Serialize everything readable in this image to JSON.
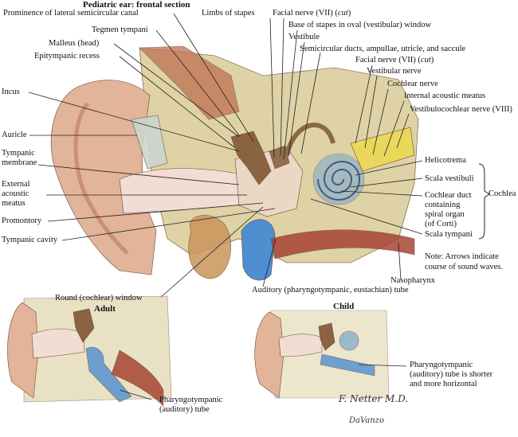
{
  "title": "Pediatric ear: frontal section",
  "labels": {
    "prominence": "Prominence of lateral semicircular canal",
    "tegmen": "Tegmen tympani",
    "malleus": "Malleus (head)",
    "epitympanic": "Epitympanic recess",
    "incus": "Incus",
    "auricle": "Auricle",
    "tympanic_membrane": "Tympanic\nmembrane",
    "external_meatus": "External\nacoustic\nmeatus",
    "promontory": "Promontory",
    "tympanic_cavity": "Tympanic cavity",
    "round_window": "Round (cochlear) window",
    "limbs_stapes": "Limbs of stapes",
    "facial_nerve_top_prefix": "Facial nerve (VII) (",
    "facial_nerve_top_cut": "cut",
    "facial_nerve_top_suffix": ")",
    "base_stapes": "Base of stapes in oval (vestibular) window",
    "vestibule": "Vestibule",
    "semicircular": "Semicircular ducts, ampullae, utricle, and saccule",
    "facial_nerve_2_prefix": "Facial nerve (VII) (",
    "facial_nerve_2_cut": "cut",
    "facial_nerve_2_suffix": ")",
    "vestibular_nerve": "Vestibular nerve",
    "cochlear_nerve": "Cochlear nerve",
    "internal_meatus": "Internal acoustic meatus",
    "vestibulocochlear": "Vestibulocochlear nerve (VIII)",
    "helicotrema": "Helicotrema",
    "scala_vestibuli": "Scala vestibuli",
    "cochlear_duct": "Cochlear duct\ncontaining\nspiral organ\n(of Corti)",
    "scala_tympani": "Scala tympani",
    "cochlea": "Cochlea",
    "nasopharynx": "Nasopharynx",
    "auditory_tube": "Auditory (pharyngotympanic, eustachian) tube",
    "note": "Note: Arrows indicate\ncourse of sound waves.",
    "adult_title": "Adult",
    "adult_tube": "Pharyngotympanic\n(auditory) tube",
    "child_title": "Child",
    "child_tube": "Pharyngotympanic\n(auditory) tube is shorter\nand more horizontal"
  },
  "signature": {
    "netter": "F. Netter M.D.",
    "davanzo": "DaVanzo"
  },
  "colors": {
    "skin": "#e2b49a",
    "skin_dark": "#b9705a",
    "bone": "#ded2a6",
    "bone_dark": "#b8a574",
    "canal": "#f1ddd3",
    "cavity": "#ead7c4",
    "ossicle": "#8a6440",
    "nerve": "#e9d85c",
    "tube": "#4f8ed1",
    "cochlea_blue": "#7aa6cf",
    "cartilage": "#cdd5cf",
    "gland": "#c9955a",
    "muscle": "#c07050",
    "mucosa": "#a74534"
  }
}
